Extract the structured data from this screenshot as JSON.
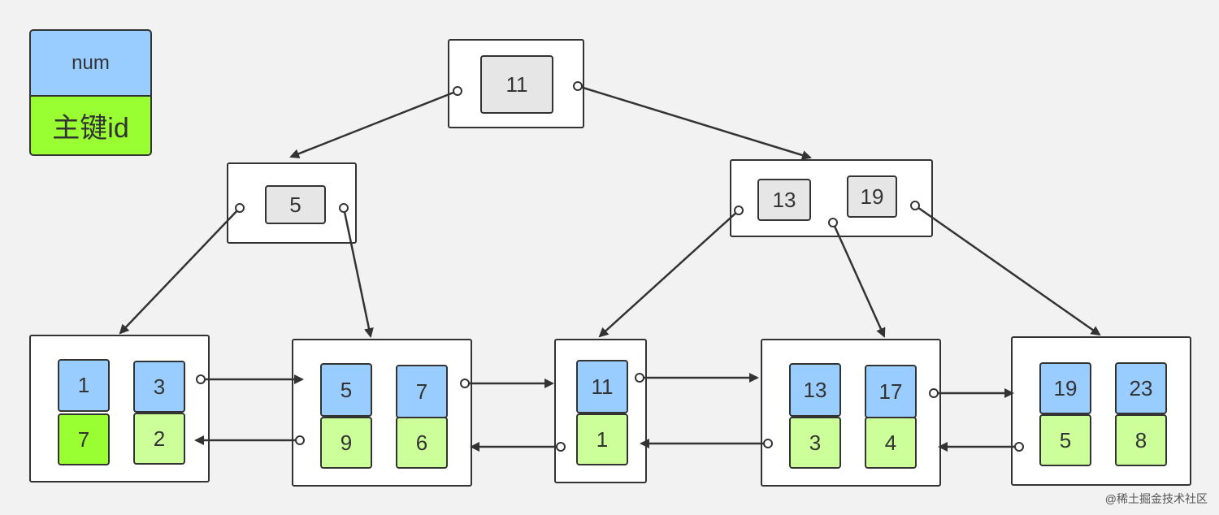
{
  "legend": {
    "num_label": "num",
    "pk_label": "主键id"
  },
  "root": {
    "keys": [
      "11"
    ]
  },
  "internal": [
    {
      "keys": [
        "5"
      ]
    },
    {
      "keys": [
        "13",
        "19"
      ]
    }
  ],
  "leaves": [
    {
      "entries": [
        {
          "num": "1",
          "id": "7"
        },
        {
          "num": "3",
          "id": "2"
        }
      ]
    },
    {
      "entries": [
        {
          "num": "5",
          "id": "9"
        },
        {
          "num": "7",
          "id": "6"
        }
      ]
    },
    {
      "entries": [
        {
          "num": "11",
          "id": "1"
        }
      ]
    },
    {
      "entries": [
        {
          "num": "13",
          "id": "3"
        },
        {
          "num": "17",
          "id": "4"
        }
      ]
    },
    {
      "entries": [
        {
          "num": "19",
          "id": "5"
        },
        {
          "num": "23",
          "id": "8"
        }
      ]
    }
  ],
  "watermark": "@稀土掘金技术社区",
  "colors": {
    "num": "#99ccff",
    "pk": "#ccff99",
    "pk_bright": "#99ff33",
    "key": "#e6e6e6"
  }
}
